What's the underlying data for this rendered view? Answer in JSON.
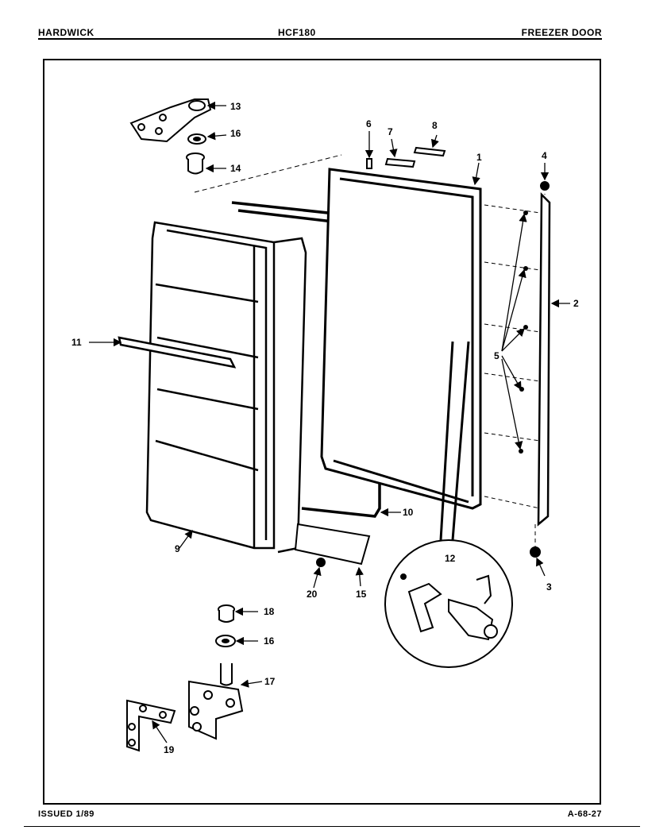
{
  "header": {
    "left": "HARDWICK",
    "center": "HCF180",
    "right": "FREEZER DOOR"
  },
  "footer": {
    "left": "ISSUED 1/89",
    "right": "A-68-27"
  },
  "callouts": {
    "c1": "1",
    "c2": "2",
    "c3": "3",
    "c4": "4",
    "c5": "5",
    "c6": "6",
    "c7": "7",
    "c8": "8",
    "c9": "9",
    "c10": "10",
    "c11": "11",
    "c12": "12",
    "c13": "13",
    "c14": "14",
    "c15": "15",
    "c16a": "16",
    "c16b": "16",
    "c17": "17",
    "c18": "18",
    "c19": "19",
    "c20": "20"
  }
}
